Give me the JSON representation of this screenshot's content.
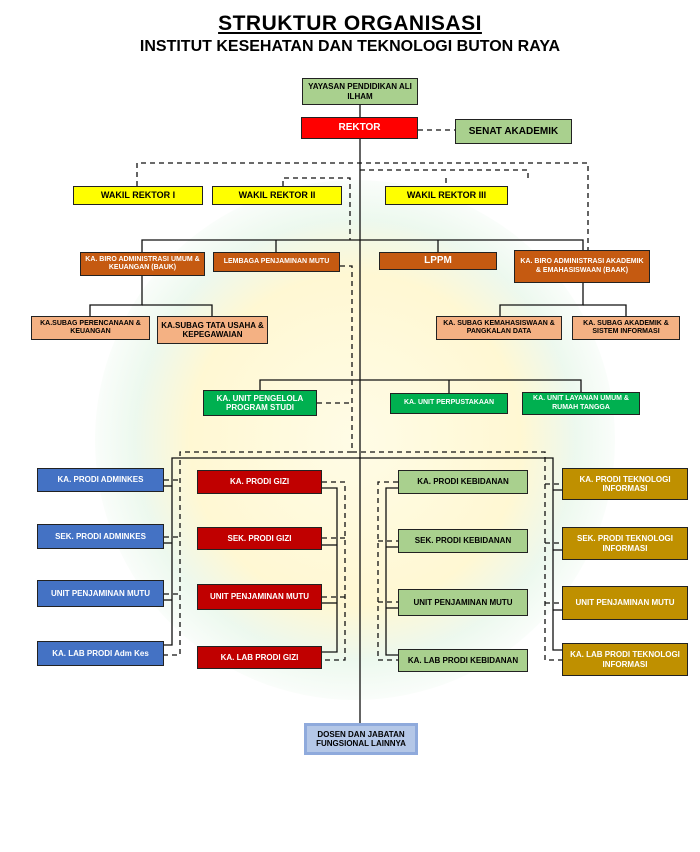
{
  "title": "STRUKTUR ORGANISASI",
  "subtitle": "INSTITUT KESEHATAN DAN TEKNOLOGI BUTON RAYA",
  "top": {
    "yayasan": "YAYASAN PENDIDIKAN ALI ILHAM",
    "rektor": "REKTOR",
    "senat": "SENAT AKADEMIK"
  },
  "wakil": [
    "WAKIL REKTOR I",
    "WAKIL REKTOR II",
    "WAKIL REKTOR III"
  ],
  "biro": [
    "KA. BIRO ADMINISTRASI UMUM & KEUANGAN (BAUK)",
    "LEMBAGA PENJAMINAN MUTU",
    "LPPM",
    "KA. BIRO ADMINISTRASI AKADEMIK & EMAHASISWAAN (BAAK)"
  ],
  "subag": [
    "KA.SUBAG PERENCANAAN & KEUANGAN",
    "KA.SUBAG TATA USAHA & KEPEGAWAIAN",
    "KA. SUBAG KEMAHASISWAAN & PANGKALAN DATA",
    "KA. SUBAG AKADEMIK & SISTEM INFORMASI"
  ],
  "units": [
    "KA. UNIT PENGELOLA PROGRAM STUDI",
    "KA. UNIT PERPUSTAKAAN",
    "KA. UNIT LAYANAN UMUM & RUMAH TANGGA"
  ],
  "adminkes": [
    "KA. PRODI ADMINKES",
    "SEK. PRODI ADMINKES",
    "UNIT PENJAMINAN MUTU",
    "KA. LAB PRODI Adm Kes"
  ],
  "gizi": [
    "KA. PRODI GIZI",
    "SEK. PRODI GIZI",
    "UNIT PENJAMINAN MUTU",
    "KA. LAB PRODI GIZI"
  ],
  "kebidanan": [
    "KA. PRODI KEBIDANAN",
    "SEK. PRODI KEBIDANAN",
    "UNIT PENJAMINAN MUTU",
    "KA. LAB PRODI KEBIDANAN"
  ],
  "ti": [
    "KA. PRODI TEKNOLOGI INFORMASI",
    "SEK. PRODI TEKNOLOGI INFORMASI",
    "UNIT PENJAMINAN MUTU",
    "KA. LAB PRODI TEKNOLOGI INFORMASI"
  ],
  "dosen": "DOSEN DAN JABATAN FUNGSIONAL LAINNYA"
}
